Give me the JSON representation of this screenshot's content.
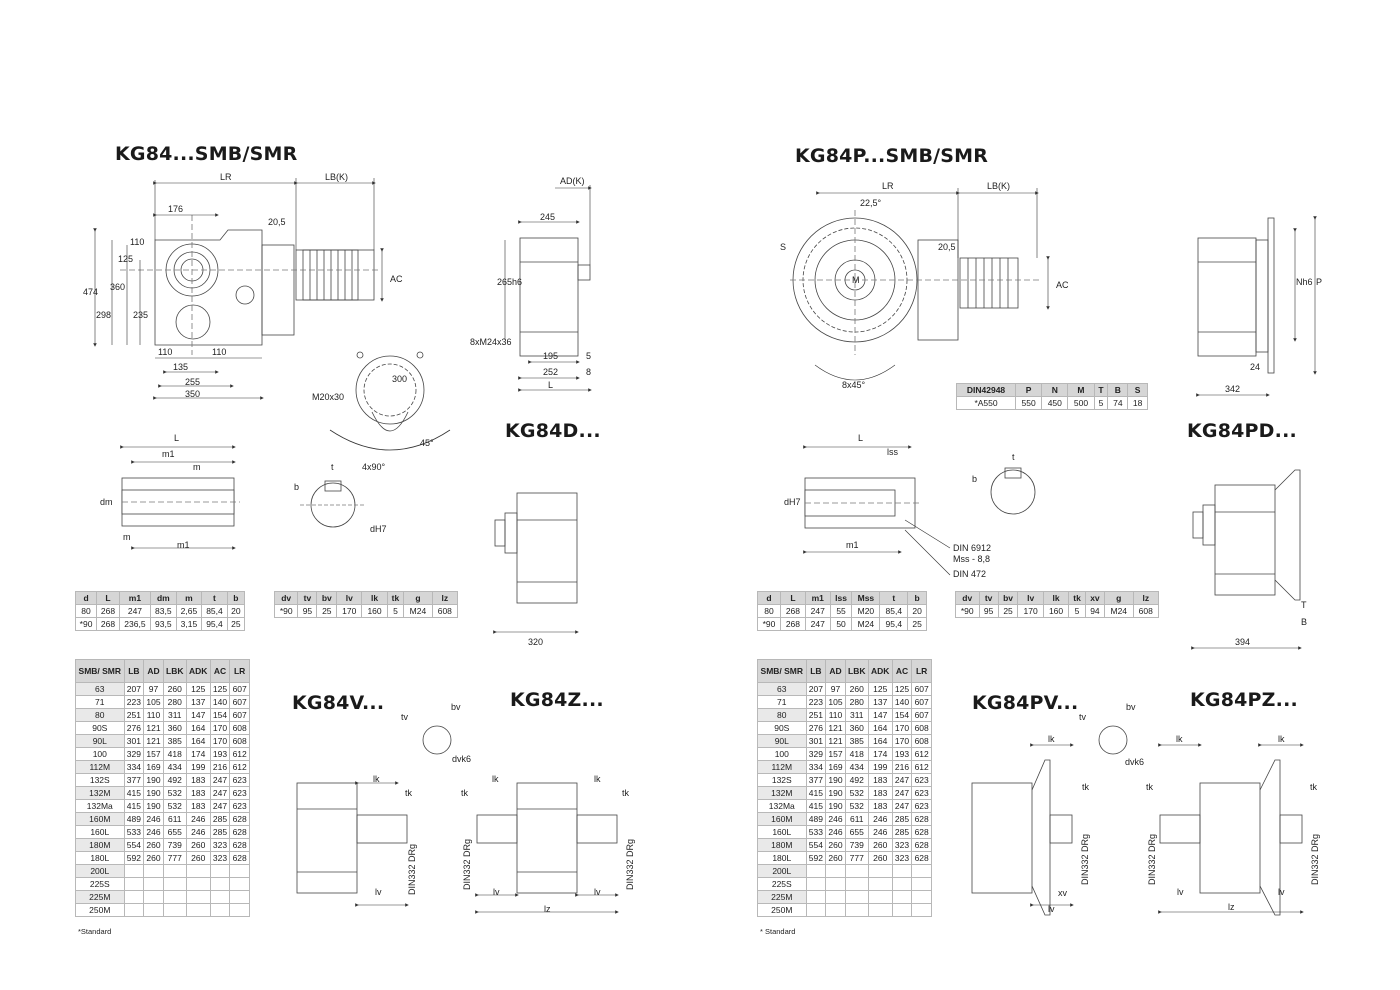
{
  "titles": {
    "left_main": "KG84...SMB/SMR",
    "right_main": "KG84P...SMB/SMR",
    "left_d": "KG84D...",
    "right_d": "KG84PD...",
    "left_v": "KG84V...",
    "left_z": "KG84Z...",
    "right_v": "KG84PV...",
    "right_z": "KG84PZ..."
  },
  "dims_left": {
    "lr": "LR",
    "lbk": "LB(K)",
    "adk": "AD(K)",
    "ac": "AC",
    "d176": "176",
    "d20_5": "20,5",
    "d110a": "110",
    "d125": "125",
    "d474": "474",
    "d360": "360",
    "d298": "298",
    "d235": "235",
    "d110b": "110",
    "d110c": "110",
    "d135": "135",
    "d255": "255",
    "d350": "350",
    "d245": "245",
    "d265": "265h6",
    "d8xm": "8xM24x36",
    "d195": "195",
    "d5": "5",
    "d252": "252",
    "d8": "8",
    "dL": "L",
    "m20": "M20x30",
    "d300": "300",
    "a45": "45°",
    "a4x90": "4x90°",
    "shaft_L": "L",
    "shaft_m1": "m1",
    "shaft_m": "m",
    "shaft_dm": "dm",
    "shaft_m_b": "m",
    "shaft_m1_b": "m1",
    "key_t": "t",
    "key_b": "b",
    "key_dh7": "dH7",
    "d320": "320",
    "v_lk": "lk",
    "v_tk": "tk",
    "v_lv": "lv",
    "v_din": "DIN332 DRg",
    "v_tv": "tv",
    "v_bv": "bv",
    "v_dvk6": "dvk6",
    "z_lk": "lk",
    "z_tk": "tk",
    "z_lv": "lv",
    "z_lz": "lz",
    "z_din": "DIN332 DRg"
  },
  "dims_right": {
    "lr": "LR",
    "lbk": "LB(K)",
    "ac": "AC",
    "a22": "22,5°",
    "s": "S",
    "m": "M",
    "d20_5": "20,5",
    "a8x45": "8x45°",
    "nh6": "Nh6",
    "p": "P",
    "d24": "24",
    "d342": "342",
    "shaft_L": "L",
    "shaft_lss": "lss",
    "shaft_dh7": "dH7",
    "shaft_m1": "m1",
    "din6912": "DIN 6912",
    "mss": "Mss - 8,8",
    "din472": "DIN 472",
    "key_t": "t",
    "key_b": "b",
    "d394": "394",
    "T": "T",
    "B": "B",
    "v_lk": "lk",
    "v_tk": "tk",
    "v_lv": "lv",
    "v_xv": "xv",
    "v_din": "DIN332 DRg",
    "v_tv": "tv",
    "v_bv": "bv",
    "v_dvk6": "dvk6",
    "z_lk": "lk",
    "z_tk": "tk",
    "z_lv": "lv",
    "z_lz": "lz",
    "z_din": "DIN332 DRg"
  },
  "din_table": {
    "headers": [
      "DIN42948",
      "P",
      "N",
      "M",
      "T",
      "B",
      "S"
    ],
    "rows": [
      [
        "*A550",
        "550",
        "450",
        "500",
        "5",
        "74",
        "18"
      ]
    ]
  },
  "shaft_table_left": {
    "headers": [
      "d",
      "L",
      "m1",
      "dm",
      "m",
      "t",
      "b"
    ],
    "rows": [
      [
        "80",
        "268",
        "247",
        "83,5",
        "2,65",
        "85,4",
        "20"
      ],
      [
        "*90",
        "268",
        "236,5",
        "93,5",
        "3,15",
        "95,4",
        "25"
      ]
    ]
  },
  "shaft_table_right": {
    "headers": [
      "d",
      "L",
      "m1",
      "lss",
      "Mss",
      "t",
      "b"
    ],
    "rows": [
      [
        "80",
        "268",
        "247",
        "55",
        "M20",
        "85,4",
        "20"
      ],
      [
        "*90",
        "268",
        "247",
        "50",
        "M24",
        "95,4",
        "25"
      ]
    ]
  },
  "dv_table_left": {
    "headers": [
      "dv",
      "tv",
      "bv",
      "lv",
      "lk",
      "tk",
      "g",
      "lz"
    ],
    "rows": [
      [
        "*90",
        "95",
        "25",
        "170",
        "160",
        "5",
        "M24",
        "608"
      ]
    ]
  },
  "dv_table_right": {
    "headers": [
      "dv",
      "tv",
      "bv",
      "lv",
      "lk",
      "tk",
      "xv",
      "g",
      "lz"
    ],
    "rows": [
      [
        "*90",
        "95",
        "25",
        "170",
        "160",
        "5",
        "94",
        "M24",
        "608"
      ]
    ]
  },
  "smb_table": {
    "headers": [
      "SMB/ SMR",
      "LB",
      "AD",
      "LBK",
      "ADK",
      "AC",
      "LR"
    ],
    "rows": [
      [
        "63",
        "207",
        "97",
        "260",
        "125",
        "125",
        "607"
      ],
      [
        "71",
        "223",
        "105",
        "280",
        "137",
        "140",
        "607"
      ],
      [
        "80",
        "251",
        "110",
        "311",
        "147",
        "154",
        "607"
      ],
      [
        "90S",
        "276",
        "121",
        "360",
        "164",
        "170",
        "608"
      ],
      [
        "90L",
        "301",
        "121",
        "385",
        "164",
        "170",
        "608"
      ],
      [
        "100",
        "329",
        "157",
        "418",
        "174",
        "193",
        "612"
      ],
      [
        "112M",
        "334",
        "169",
        "434",
        "199",
        "216",
        "612"
      ],
      [
        "132S",
        "377",
        "190",
        "492",
        "183",
        "247",
        "623"
      ],
      [
        "132M",
        "415",
        "190",
        "532",
        "183",
        "247",
        "623"
      ],
      [
        "132Ma",
        "415",
        "190",
        "532",
        "183",
        "247",
        "623"
      ],
      [
        "160M",
        "489",
        "246",
        "611",
        "246",
        "285",
        "628"
      ],
      [
        "160L",
        "533",
        "246",
        "655",
        "246",
        "285",
        "628"
      ],
      [
        "180M",
        "554",
        "260",
        "739",
        "260",
        "323",
        "628"
      ],
      [
        "180L",
        "592",
        "260",
        "777",
        "260",
        "323",
        "628"
      ],
      [
        "200L",
        "",
        "",
        "",
        "",
        "",
        ""
      ],
      [
        "225S",
        "",
        "",
        "",
        "",
        "",
        ""
      ],
      [
        "225M",
        "",
        "",
        "",
        "",
        "",
        ""
      ],
      [
        "250M",
        "",
        "",
        "",
        "",
        "",
        ""
      ]
    ]
  },
  "notes": {
    "left": "*Standard",
    "right": "* Standard"
  }
}
